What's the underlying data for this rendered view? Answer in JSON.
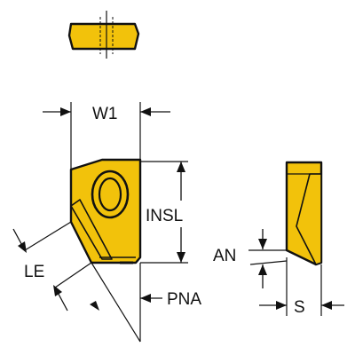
{
  "diagram": {
    "labels": {
      "w1": "W1",
      "insl": "INSL",
      "le": "LE",
      "pna": "PNA",
      "an": "AN",
      "s": "S"
    },
    "colors": {
      "insert_fill": "#f2c20b",
      "line": "#111111",
      "background": "#ffffff"
    }
  }
}
